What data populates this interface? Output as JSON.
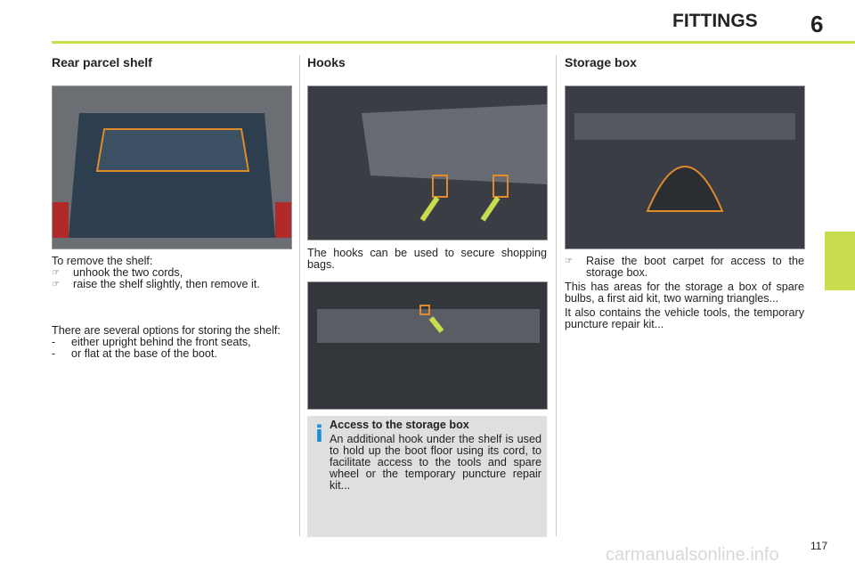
{
  "header": {
    "title": "FITTINGS",
    "chapter": "6"
  },
  "col1": {
    "heading": "Rear parcel shelf",
    "intro": "To remove the shelf:",
    "bullets": [
      "unhook the two cords,",
      "raise the shelf slightly, then remove it."
    ],
    "options_intro": "There are several options for storing the shelf:",
    "options": [
      "either upright behind the front seats,",
      "or flat at the base of the boot."
    ]
  },
  "col2": {
    "heading": "Hooks",
    "text": "The hooks can be used to secure shopping bags.",
    "info": {
      "title": "Access to the storage box",
      "text": "An additional hook under the shelf is used to hold up the boot floor using its cord, to facilitate access to the tools and spare wheel or the temporary puncture repair kit..."
    }
  },
  "col3": {
    "heading": "Storage box",
    "bullets": [
      "Raise the boot carpet for access to the storage box."
    ],
    "p1": "This has areas for the storage a box of spare bulbs, a first aid kit, two warning triangles...",
    "p2": "It also contains the vehicle tools, the temporary puncture repair kit..."
  },
  "bullet_glyph": "☞",
  "dash": "-",
  "page_number": "117",
  "watermark": "carmanualsonline.info",
  "colors": {
    "accent": "#c8dc4e",
    "info_icon": "#1a8ed0",
    "highlight": "#e08a2a"
  }
}
